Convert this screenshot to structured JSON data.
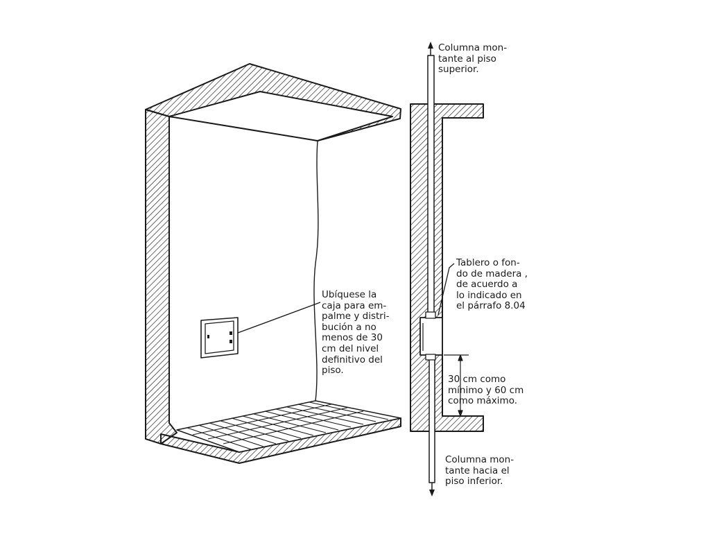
{
  "labels": {
    "box_location": [
      "Ubíquese la",
      "caja para em-",
      "palme y distri-",
      "bución a no",
      "menos de 30",
      "cm del nivel",
      "definitivo del",
      "piso."
    ],
    "riser_up": [
      "Columna mon-",
      "tante al piso",
      "superior."
    ],
    "board": [
      "Tablero o fon-",
      "do de madera ,",
      "de acuerdo a",
      "lo indicado en",
      "el párrafo 8.04"
    ],
    "height_range": [
      "30 cm como",
      "mínimo y 60 cm",
      "como máximo."
    ],
    "riser_down": [
      "Columna mon-",
      "tante hacia el",
      "piso inferior."
    ]
  },
  "colors": {
    "ink": "#1a1a1a",
    "background": "#ffffff"
  }
}
